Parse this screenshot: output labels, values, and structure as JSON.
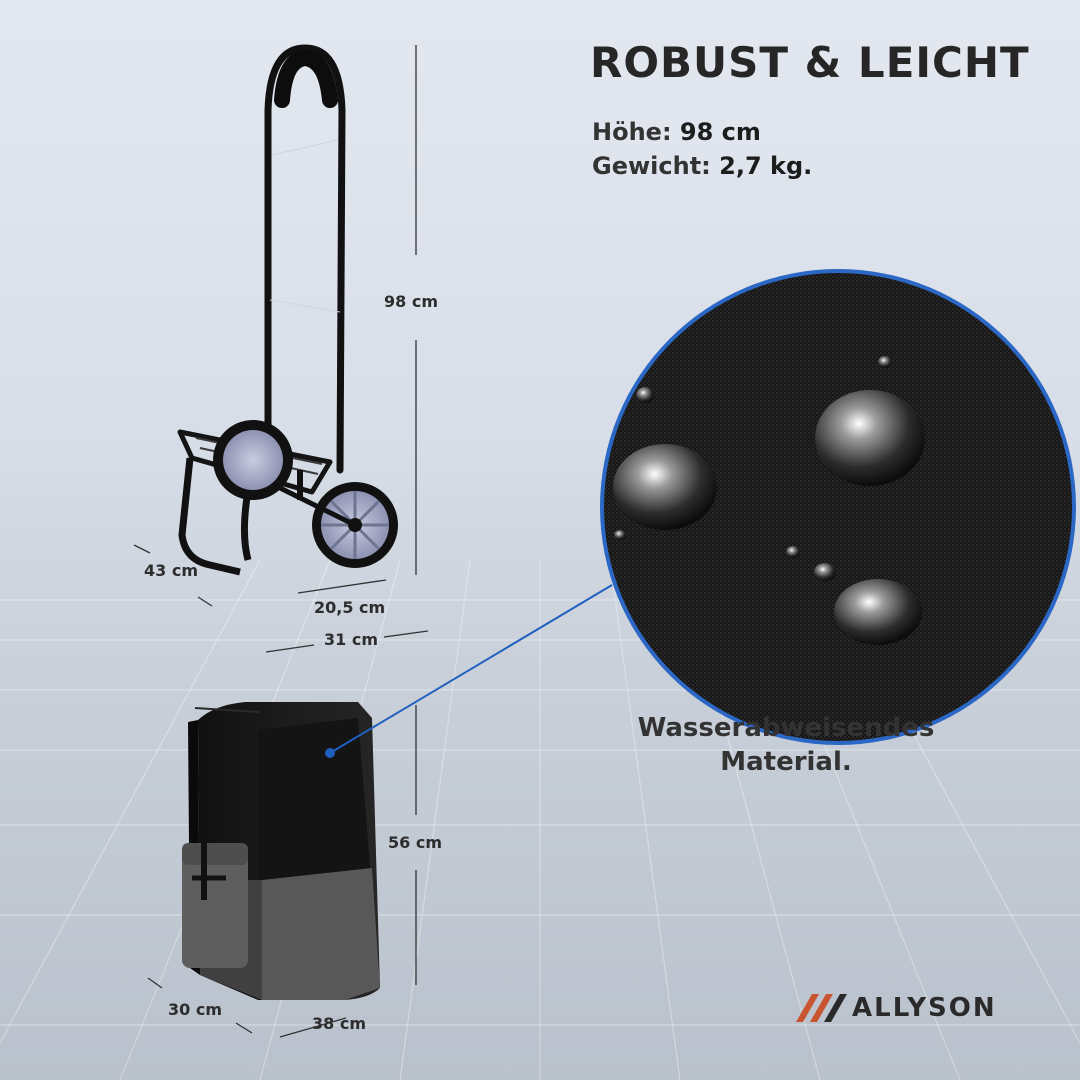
{
  "title": "ROBUST & LEICHT",
  "specs": {
    "height_label": "Höhe:",
    "height_value": "98 cm",
    "weight_label": "Gewicht:",
    "weight_value": "2,7 kg."
  },
  "dimensions": {
    "trolley_height": "98 cm",
    "trolley_depth": "43 cm",
    "trolley_inner_width": "20,5 cm",
    "trolley_width": "31 cm",
    "bag_height": "56 cm",
    "bag_depth": "30 cm",
    "bag_width": "38 cm"
  },
  "material_caption": {
    "line1": "Wasserabweisendes",
    "line2": "Material."
  },
  "brand": {
    "name": "ALLYSON",
    "accent_color": "#c8552f",
    "text_color": "#2a2a2a"
  },
  "colors": {
    "pointer_line": "#1f5fbf",
    "circle_border": "#2b67c4",
    "fabric": "#1a1a1a"
  }
}
